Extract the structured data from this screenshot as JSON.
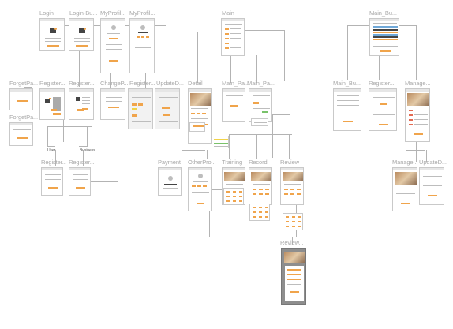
{
  "screens": {
    "login": "Login",
    "login_busi": "Login-Bu...",
    "my_profile_1": "MyProfil...",
    "my_profile_2": "MyProfil...",
    "main": "Main",
    "main_bu": "Main_Bu...",
    "forget_pa_1": "ForgetPa...",
    "forget_pa_2": "ForgetPa...",
    "register_1": "Register...",
    "register_2": "Register...",
    "change_p": "ChangeP...",
    "register_3": "Register...",
    "update_1": "UpdateD...",
    "detail": "Detail",
    "main_pa_1": "Main_Pa...",
    "main_pa_2": "Main_Pa...",
    "main_bu_2": "Main_Bu...",
    "register_4": "Register...",
    "manage_1": "Manage...",
    "register_5": "Register...",
    "register_6": "Register...",
    "payment": "Payment",
    "other_pro": "OtherPro...",
    "training": "Training",
    "record": "Record",
    "review": "Review",
    "manage_2": "Manage...",
    "update_2": "UpdateD...",
    "review_2": "Review..."
  },
  "branches": {
    "user": "User",
    "business": "Business"
  }
}
